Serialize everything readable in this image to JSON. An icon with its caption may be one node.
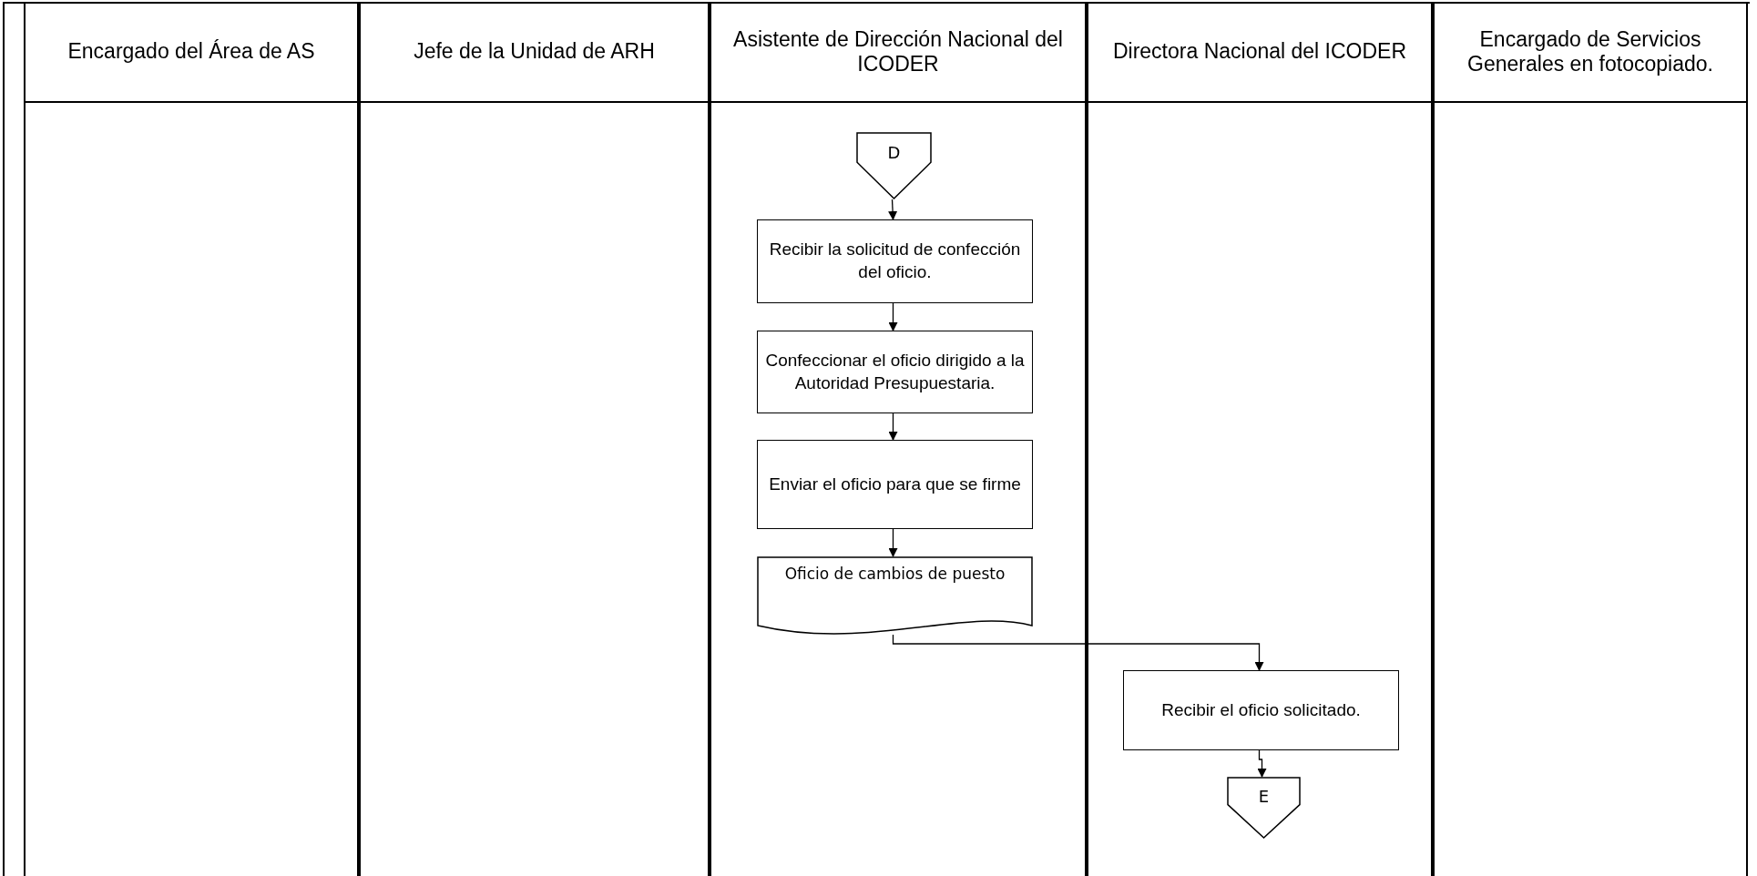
{
  "diagram": {
    "nodes": [
      {
        "text": [
          "Encargado del Área de AS"
        ]
      },
      {
        "text": [
          "Jefe de la Unidad de ARH"
        ]
      },
      {
        "text": [
          "Asistente de Dirección Nacional del ICODER"
        ]
      },
      {
        "text": [
          "Directora Nacional del ICODER"
        ]
      },
      {
        "text": [
          "Encargado de Servicios Generales en fotocopiado."
        ]
      },
      {
        "text": [
          "D"
        ],
        "in": 2
      },
      {
        "text": [
          "Recibir la solicitud de confección del oficio."
        ],
        "in": 2
      },
      {
        "text": [
          "Confeccionar el oficio dirigido a la Autoridad Presupuestaria."
        ],
        "in": 2
      },
      {
        "text": [
          "Enviar el oficio para que se firme"
        ],
        "in": 2
      },
      {
        "text": [
          "Oficio de cambios de puesto"
        ],
        "in": 2
      },
      {
        "text": [
          "Recibir el oficio solicitado."
        ],
        "in": 3
      },
      {
        "text": [
          "E"
        ],
        "in": 3
      }
    ],
    "edges": [
      {
        "from": 5,
        "to": 6,
        "arrow": "to"
      },
      {
        "from": 6,
        "to": 7,
        "arrow": "to"
      },
      {
        "from": 7,
        "to": 8,
        "arrow": "to"
      },
      {
        "from": 8,
        "to": 9,
        "arrow": "to"
      },
      {
        "from": 9,
        "to": 10,
        "arrow": "to"
      },
      {
        "from": 10,
        "to": 11,
        "arrow": "to"
      }
    ]
  }
}
